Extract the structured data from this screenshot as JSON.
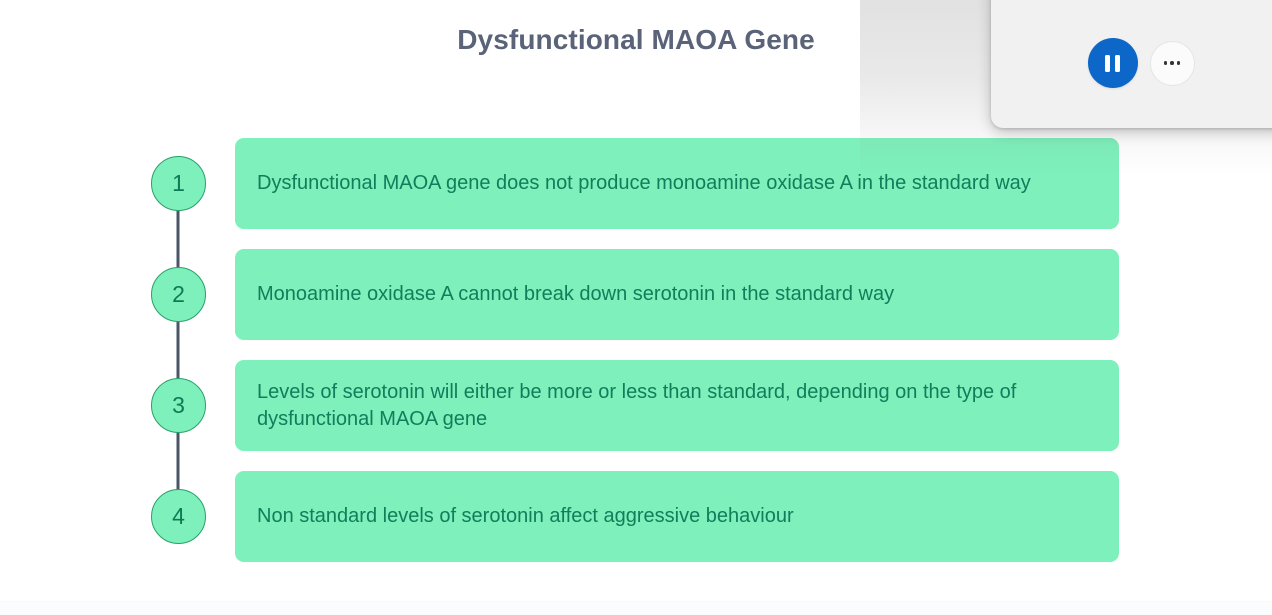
{
  "page": {
    "title": "Dysfunctional MAOA Gene",
    "accent_green": "#7df0bb",
    "text_green": "#127d5b",
    "circle_border": "#2aa06a",
    "connector_color": "#4a5568",
    "title_color": "#5a6378",
    "background": "#ffffff"
  },
  "flow": {
    "steps": [
      {
        "number": "1",
        "text": "Dysfunctional MAOA gene does not produce monoamine oxidase A in the standard way"
      },
      {
        "number": "2",
        "text": "Monoamine oxidase A cannot break down serotonin in the standard way"
      },
      {
        "number": "3",
        "text": "Levels of serotonin will either be more or less than standard, depending on the type of dysfunctional MAOA gene"
      },
      {
        "number": "4",
        "text": "Non standard levels of serotonin affect aggressive behaviour"
      }
    ]
  },
  "media_panel": {
    "play_pause_icon": "pause-icon",
    "play_pause_label": "Pause",
    "more_options_icon": "ellipsis-icon",
    "more_options_label": "More options",
    "top_button_icon": "circle-button-icon",
    "accent_blue": "#0c67c8",
    "panel_background": "#f1f1f1"
  }
}
